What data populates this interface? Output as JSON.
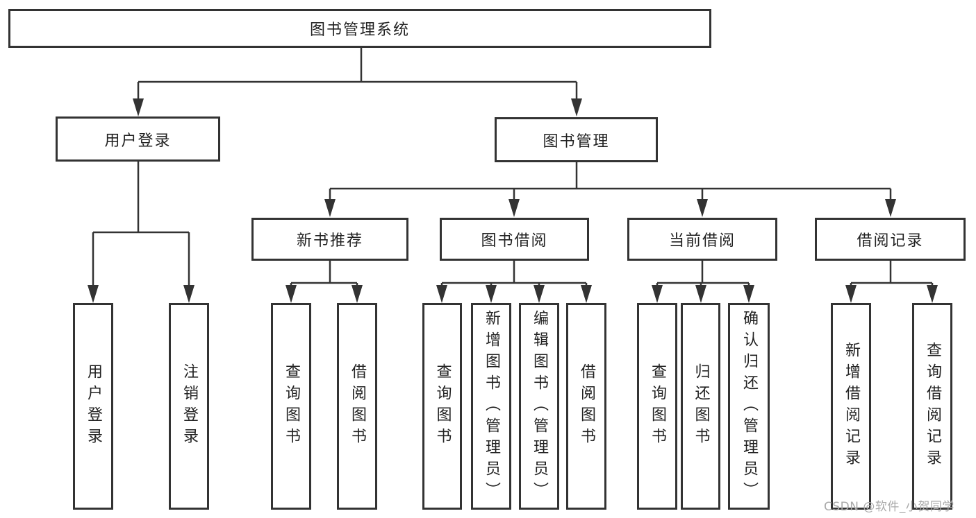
{
  "diagram": {
    "type": "tree",
    "colors": {
      "line": "#333333",
      "text": "#222222",
      "background": "#ffffff",
      "watermark": "#a9a9a9"
    },
    "watermark": "CSDN @软件_小贺同学"
  },
  "nodes": {
    "root": "图书管理系统",
    "level1": {
      "user_login": "用户登录",
      "book_mgmt": "图书管理"
    },
    "level2": {
      "new_book_rec": "新书推荐",
      "book_borrow": "图书借阅",
      "current_borrow": "当前借阅",
      "borrow_records": "借阅记录"
    },
    "leaves": {
      "login": "用户登录",
      "logout": "注销登录",
      "nbr_query_books": "查询图书",
      "nbr_borrow_books": "借阅图书",
      "bb_query_books": "查询图书",
      "bb_add_books_admin": "新增图书（管理员）",
      "bb_edit_books_admin": "编辑图书（管理员）",
      "bb_borrow_books": "借阅图书",
      "cb_query_books": "查询图书",
      "cb_return_books": "归还图书",
      "cb_confirm_return_admin": "确认归还（管理员）",
      "br_add_record": "新增借阅记录",
      "br_query_record": "查询借阅记录"
    }
  }
}
